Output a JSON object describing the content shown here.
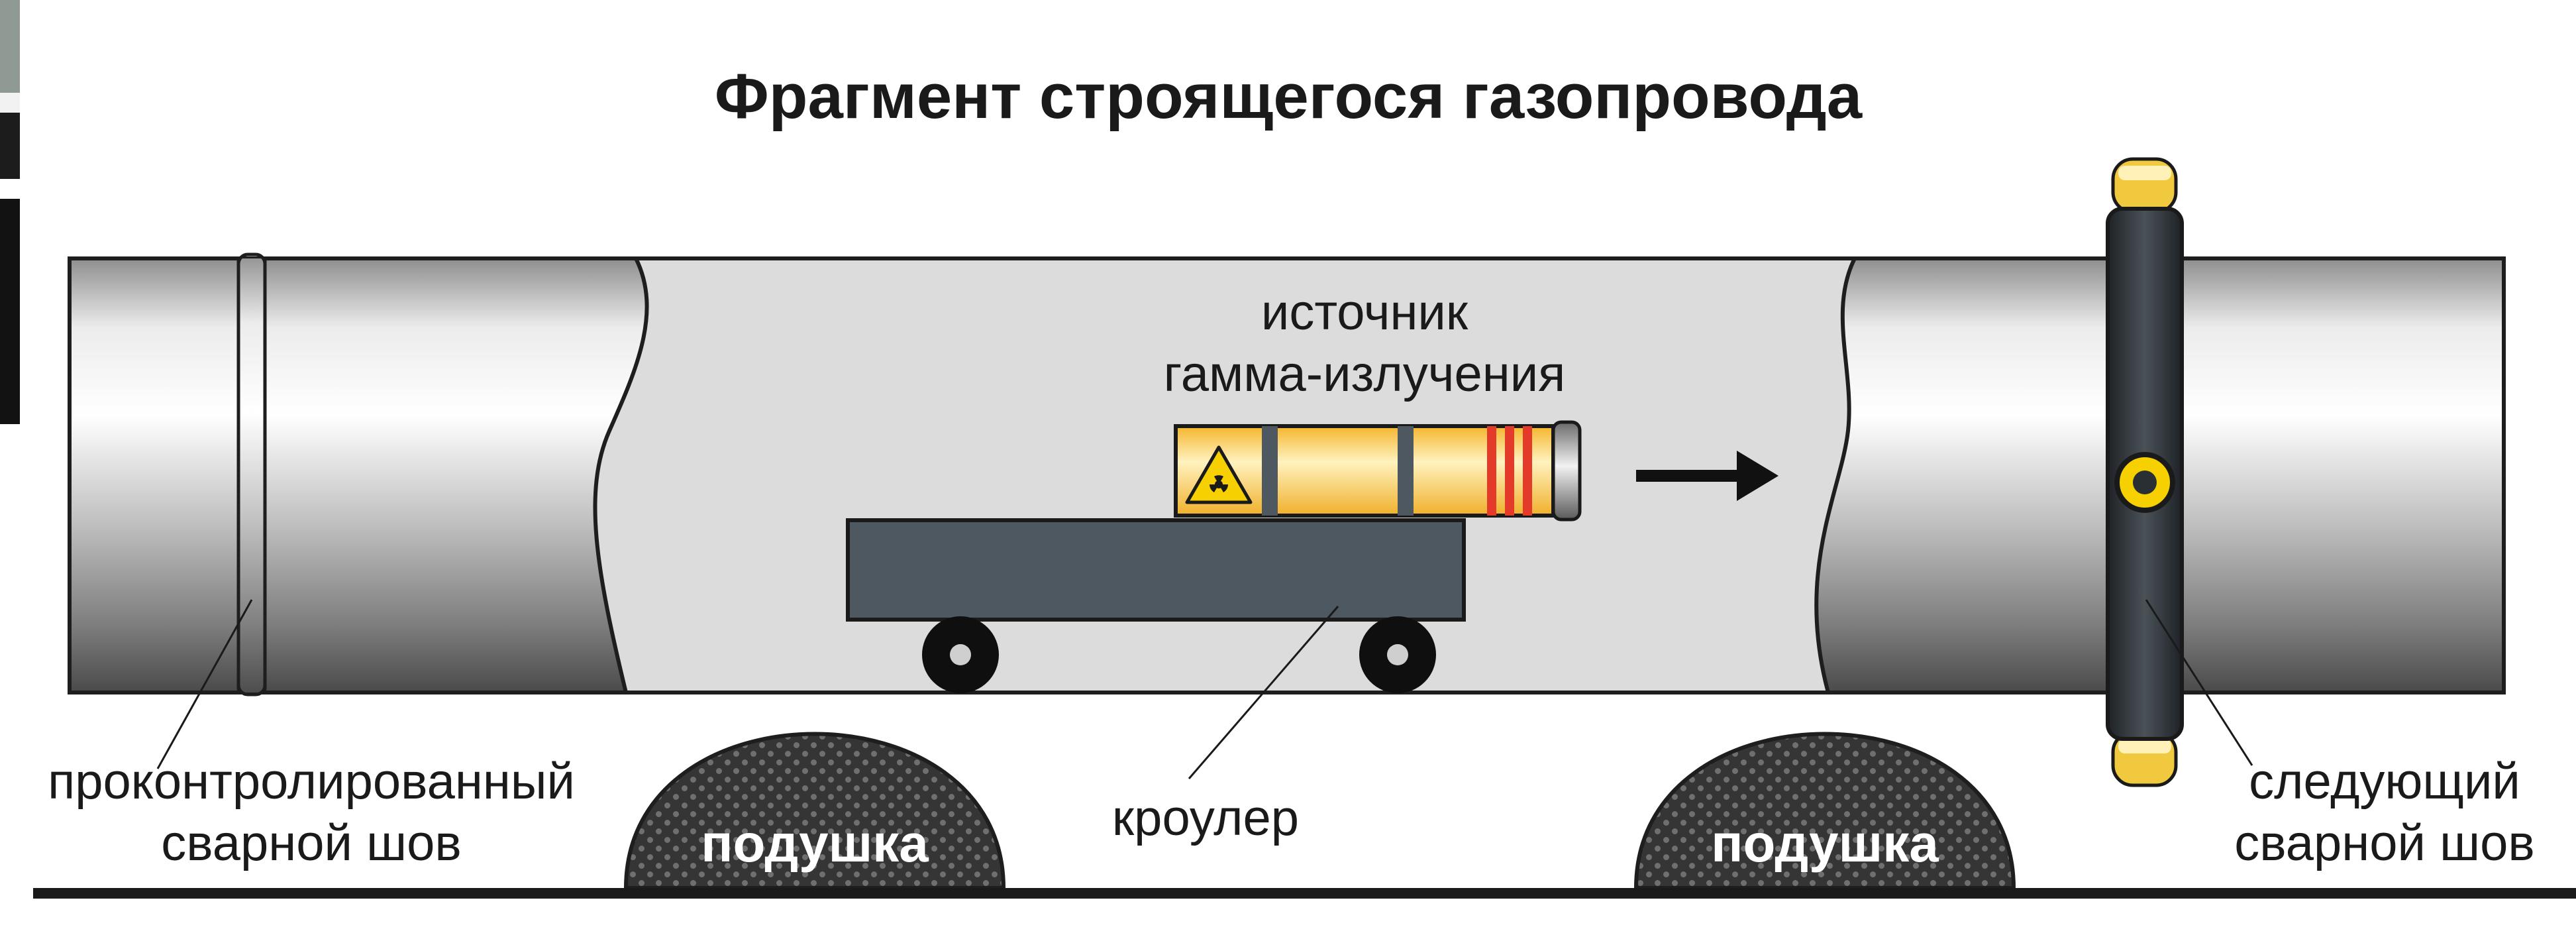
{
  "title": "Фрагмент строящегося газопровода",
  "labels": {
    "source_line1": "источник",
    "source_line2": "гамма-излучения",
    "crawler": "кроулер",
    "inspected_weld_line1": "проконтролированный",
    "inspected_weld_line2": "сварной шов",
    "next_weld_line1": "следующий",
    "next_weld_line2": "сварной шов",
    "pad_left": "подушка",
    "pad_right": "подушка"
  },
  "icons": [
    "radiation-icon",
    "direction-arrow-icon"
  ],
  "colors": {
    "pipe_cutaway": "#dcdcdc",
    "crawler_body": "#4d5860",
    "source_yellow": "#f6c844",
    "source_red_bands": "#e33a2a",
    "pad": "#3a3a3a",
    "scanner_ring": "#2a2f33",
    "ground": "#1a1a1a"
  }
}
